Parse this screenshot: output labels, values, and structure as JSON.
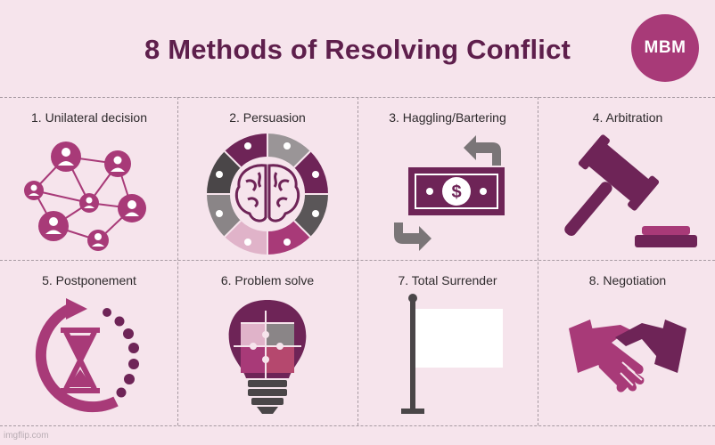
{
  "header": {
    "title": "8 Methods of Resolving Conflict",
    "badge": "MBM"
  },
  "methods": [
    {
      "label": "1. Unilateral decision",
      "icon": "network-people-icon"
    },
    {
      "label": "2. Persuasion",
      "icon": "brain-wheel-icon"
    },
    {
      "label": "3. Haggling/Bartering",
      "icon": "money-exchange-icon"
    },
    {
      "label": "4. Arbitration",
      "icon": "gavel-icon"
    },
    {
      "label": "5. Postponement",
      "icon": "hourglass-cycle-icon"
    },
    {
      "label": "6. Problem solve",
      "icon": "puzzle-bulb-icon"
    },
    {
      "label": "7. Total Surrender",
      "icon": "white-flag-icon"
    },
    {
      "label": "8. Negotiation",
      "icon": "handshake-icon"
    }
  ],
  "colors": {
    "background": "#f6e4ec",
    "title": "#5e1f4c",
    "accent": "#a83a78",
    "dark": "#6e2457",
    "gray": "#4a4648"
  },
  "watermark": "imgflip.com"
}
